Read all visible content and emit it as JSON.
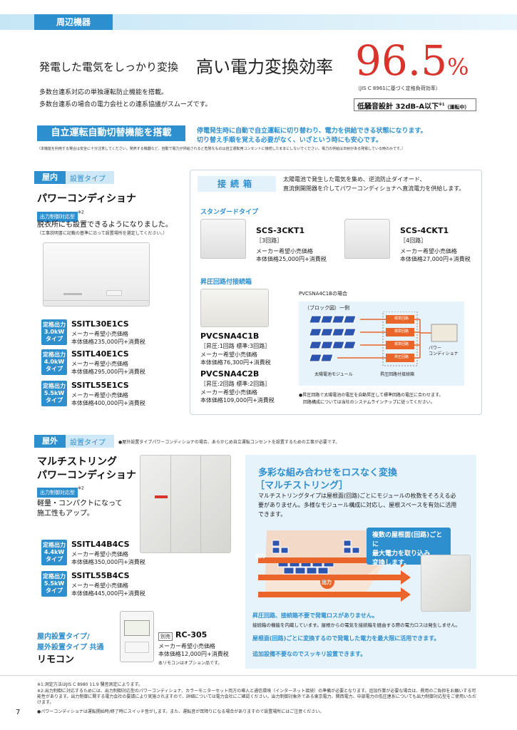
{
  "header": {
    "section": "周辺機器"
  },
  "hero": {
    "lead": "発電した電気をしっかり変換",
    "title": "高い電力変換効率",
    "big_value": "96.5",
    "big_unit": "%",
    "jis_note": "（JIS C 8961に基づく定格負荷効率）",
    "desc1": "多数台連系対応の単独運転防止機能を搭載。",
    "desc2": "多数台連系の場合の電力会社との連系協議がスムーズです。",
    "noise_label": "低騒音設計 32dB-A以下",
    "noise_sup": "※1",
    "noise_paren": "（運転中）"
  },
  "autoswitch": {
    "label": "自立運転自動切替機能を搭載",
    "text1": "停電発生時に自動で自立運転に切り替わり、電力を供給できる状態になります。",
    "text2": "切り替え手順を覚える必要がなく、いざという時にも安心です。",
    "note": "（本機能を利用する場合は安全に十分注意してください。発熱する機器など、自動で電力が供給されると危険なものは自立運転用コンセントに接続したままにしないでください。電力の供給は日射がある発電している時のみです。）"
  },
  "indoor": {
    "place": "屋内",
    "type": "設置タイプ",
    "name": "パワーコンディショナ",
    "ctl_tag": "出力制御対応型",
    "ctl_sup": "※2",
    "feature": "脱衣所にも設置できるようになりました。",
    "feature_note": "（工事説明書に記載の基準に沿って設置場所を選定してください。）",
    "models": [
      {
        "badge1": "定格出力",
        "badge2": "3.0kW",
        "badge3": "タイプ",
        "model": "SSITL30E1CS",
        "p1": "メーカー希望小売価格",
        "p2": "本体価格235,000円+消費税"
      },
      {
        "badge1": "定格出力",
        "badge2": "4.0kW",
        "badge3": "タイプ",
        "model": "SSITL40E1CS",
        "p1": "メーカー希望小売価格",
        "p2": "本体価格295,000円+消費税"
      },
      {
        "badge1": "定格出力",
        "badge2": "5.5kW",
        "badge3": "タイプ",
        "model": "SSITL55E1CS",
        "p1": "メーカー希望小売価格",
        "p2": "本体価格400,000円+消費税"
      }
    ]
  },
  "junction": {
    "label": "接続箱",
    "desc1": "太陽電池で発生した電気を集め、逆流防止ダイオード、",
    "desc2": "直流側開閉器を介してパワーコンディショナへ直流電力を供給します。",
    "std_title": "スタンダードタイプ",
    "std": [
      {
        "model": "SCS-3CKT1",
        "sub": "［3回路］",
        "p1": "メーカー希望小売価格",
        "p2": "本体価格25,000円+消費税"
      },
      {
        "model": "SCS-4CKT1",
        "sub": "［4回路］",
        "p1": "メーカー希望小売価格",
        "p2": "本体価格27,000円+消費税"
      }
    ],
    "boost_title": "昇圧回路付接続箱",
    "boost": [
      {
        "model": "PVCSNA4C1B",
        "sub": "［昇圧:1回路 標準:3回路］",
        "p1": "メーカー希望小売価格",
        "p2": "本体価格76,300円+消費税"
      },
      {
        "model": "PVCSNA4C2B",
        "sub": "［昇圧:2回路 標準:2回路］",
        "p1": "メーカー希望小売価格",
        "p2": "本体価格109,000円+消費税"
      }
    ],
    "diagram_title": "PVCSNA4C1Bの場合",
    "block_label": "（ブロック図）一例",
    "pcs_label1": "パワー",
    "pcs_label2": "コンディショナ",
    "module_label": "太陽電池モジュール",
    "boxlabel": "昇圧回路付接続箱",
    "circuit_std": "標準回路",
    "circuit_boost": "昇圧回路",
    "diag_note1": "●昇圧回路で太陽電池の電圧を自動昇圧して標準回路の電圧に合わせます。",
    "diag_note2": "回路構成については当社のシステムラインナップに従ってください。"
  },
  "outdoor": {
    "place": "屋外",
    "type": "設置タイプ",
    "note": "●屋外設置タイプパワーコンディショナの場合、あらかじめ自立運転コンセントを設置するための工事が必要です。",
    "name1": "マルチストリング",
    "name2": "パワーコンディショナ",
    "ctl_tag": "出力制御対応型",
    "ctl_sup": "※2",
    "feature1": "軽量・コンパクトになって",
    "feature2": "施工性もアップ。",
    "models": [
      {
        "badge1": "定格出力",
        "badge2": "4.4kW",
        "badge3": "タイプ",
        "model": "SSITL44B4CS",
        "p1": "メーカー希望小売価格",
        "p2": "本体価格350,000円+消費税"
      },
      {
        "badge1": "定格出力",
        "badge2": "5.5kW",
        "badge3": "タイプ",
        "model": "SSITL55B4CS",
        "p1": "メーカー希望小売価格",
        "p2": "本体価格445,000円+消費税"
      }
    ]
  },
  "multi": {
    "title1": "多彩な組み合わせをロスなく変換",
    "title2": "［マルチストリング］",
    "desc1": "マルチストリングタイプは屋根面(回路)ごとにモジュールの枚数をそろえる必",
    "desc2": "要がありません。多様なモジュール構成に対応し、屋根スペースを有効に活用",
    "desc3": "できます。",
    "callout1": "複数の屋根面(回路)ごとに",
    "callout2": "最大電力を取り込み",
    "callout3": "変換します。",
    "output": "出力",
    "b1": "昇圧回路、接続箱不要で発電ロスがありません。",
    "b1sub": "接続箱の機能を内蔵しています。屋根からの電気を接続箱を経由する際の電力ロスは発生しません。",
    "b2": "屋根面(回路)ごとに変換するので発電した電力を最大限に活用できます。",
    "b3": "追加設備不要なのでスッキリ設置できます。"
  },
  "remote": {
    "title1": "屋内設置タイプ/",
    "title2": "屋外設置タイプ 共通",
    "name": "リモコン",
    "sep": "別売",
    "model": "RC-305",
    "p1": "メーカー希望小売価格",
    "p2": "本体価格12,000円+消費税",
    "note": "本リモコンはオプション品です。"
  },
  "footnotes": {
    "n1": "※1:測定方法はJIS C 8980 11.9 騒音測定によります。",
    "n2": "※2:出力制御に対応するためには、出力制御対応型のパワーコンディショナ、カラーモニターセット両方の導入と通信環境（インターネット接続）の準備が必要となります。追加作業が必要な場合は、費用のご負担をお願いする可能性があります。出力制御に関する電力会社の要請により実施されますので、詳細については電力会社にご確認ください。出力制御対象外である東京電力、関西電力、中部電力の低圧連系についても出力制御対応型をご使用いただけます。",
    "n3": "●パワーコンディショナは運転開始時/終了時にスイッチ音がします。また、運転音が耳障りになる場合がありますので設置場所にはご注意ください。"
  },
  "page_number": "7",
  "colors": {
    "accent": "#2e8fcf",
    "orange": "#e9652a",
    "panel": "#e7f3fb"
  }
}
